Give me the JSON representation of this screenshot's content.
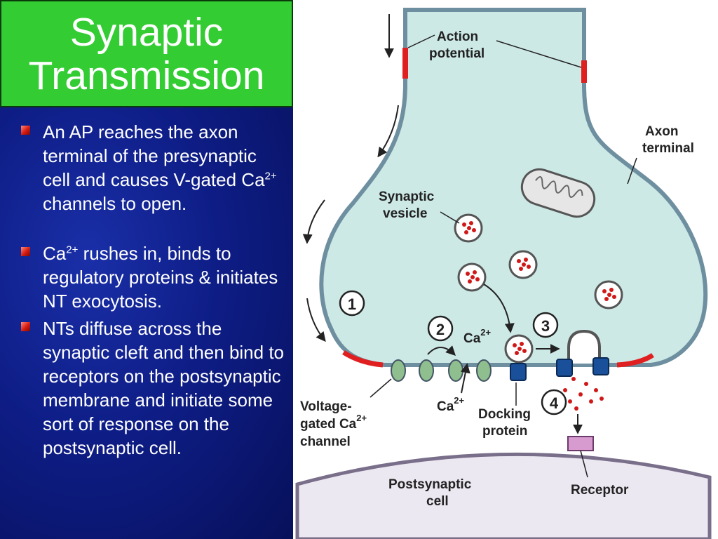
{
  "title": {
    "line1": "Synaptic",
    "line2": "Transmission"
  },
  "bullets": [
    {
      "text": "An AP reaches the axon terminal of the presynaptic cell and causes V-gated Ca",
      "sup": "2+",
      "tail": " channels to open."
    },
    {
      "pre": "Ca",
      "sup": "2+",
      "text": " rushes in, binds to regulatory proteins & initiates NT exocytosis."
    },
    {
      "text": "NTs diffuse across the synaptic cleft and then bind to receptors on the postsynaptic membrane and initiate some sort of response on the postsynaptic cell."
    }
  ],
  "diagram": {
    "labels": {
      "action_potential_1": "Action",
      "action_potential_2": "potential",
      "axon_terminal_1": "Axon",
      "axon_terminal_2": "terminal",
      "synaptic_vesicle_1": "Synaptic",
      "synaptic_vesicle_2": "vesicle",
      "ca_inside": "Ca",
      "ca_outside": "Ca",
      "ca_sup": "2+",
      "vg_channel_1": "Voltage-",
      "vg_channel_2": "gated Ca",
      "vg_channel_3": "channel",
      "docking_1": "Docking",
      "docking_2": "protein",
      "postsynaptic_1": "Postsynaptic",
      "postsynaptic_2": "cell",
      "receptor": "Receptor"
    },
    "steps": [
      "1",
      "2",
      "3",
      "4"
    ],
    "colors": {
      "terminal_fill": "#cde9e6",
      "membrane": "#6e8fa0",
      "action_potential": "#e02020",
      "vesicle_dot": "#d01818",
      "channel": "#8fbf8f",
      "docking": "#1a4f99",
      "postsynaptic_fill": "#ece8f2",
      "receptor": "#d79bd0"
    }
  }
}
